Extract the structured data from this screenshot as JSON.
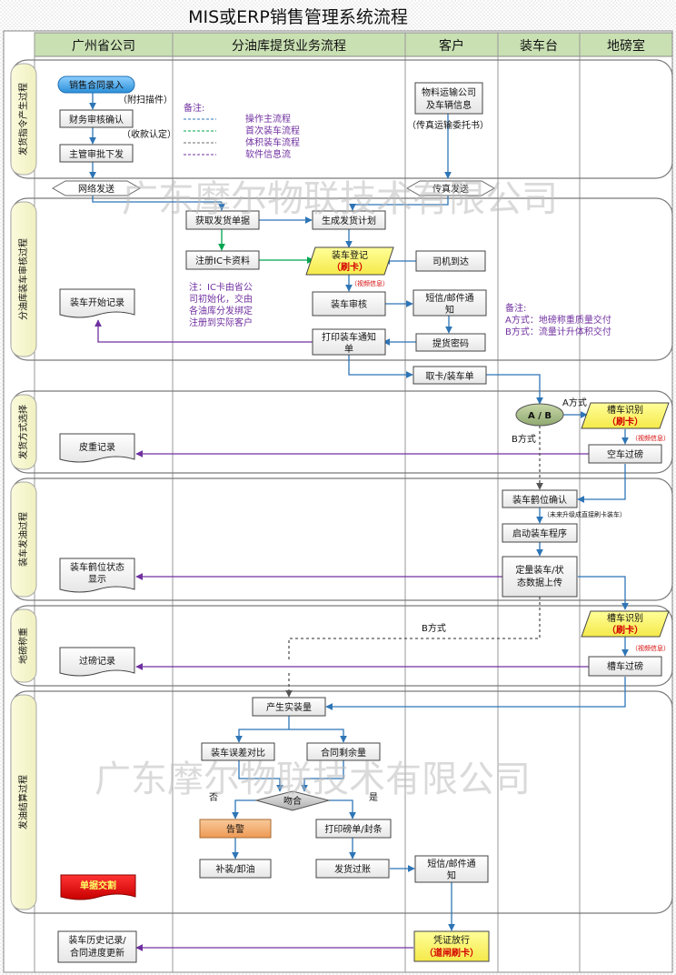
{
  "title": "MIS或ERP销售管理系统流程",
  "columns": [
    "广州省公司",
    "分油库提货业务流程",
    "客户",
    "装车台",
    "地磅室"
  ],
  "phases": [
    "发货指令产生过程",
    "分油库装车审核过程",
    "发货方式选择",
    "装车发油过程",
    "地磅称重",
    "发油结算过程"
  ],
  "legend": {
    "title": "备注:",
    "items": [
      {
        "label": "操作主流程",
        "color": "#2e75b6"
      },
      {
        "label": "首次装车流程",
        "color": "#00a550"
      },
      {
        "label": "体积装车流程",
        "color": "#6b6b6b"
      },
      {
        "label": "软件信息流",
        "color": "#7030a0"
      }
    ]
  },
  "nodes": {
    "sales_contract": "销售合同录入",
    "attach_scan": "（附扫描件）",
    "finance_confirm": "财务审核确认",
    "payment_confirm": "（收款认定）",
    "manager_approve": "主管审批下发",
    "logistics_info": [
      "物料运输公司",
      "及车辆信息"
    ],
    "fax_note": "（传真运输委托书）",
    "network_send": "网络发送",
    "fax_send": "传真发送",
    "get_order": "获取发货单据",
    "gen_plan": "生成发货计划",
    "register_ic": "注册IC卡资料",
    "truck_register": "装车登记",
    "swipe_card": "（刷卡）",
    "video_info_1": "（视频信息）",
    "driver_arrive": "司机到达",
    "start_record": "装车开始记录",
    "ic_note": [
      "注：IC卡由省公",
      "司初始化，交由",
      "各油库分发绑定",
      "注册到实际客户"
    ],
    "load_audit": "装车审核",
    "sms_notice": [
      "短信/邮件通",
      "知"
    ],
    "note2_title": "备注:",
    "note2_a": "A方式：地磅称重质量交付",
    "note2_b": "B方式：流量计升体积交付",
    "print_notice": [
      "打印装车通知",
      "单"
    ],
    "pickup_pwd": "提货密码",
    "get_card": "取卡/装车单",
    "ab": "A / B",
    "a_mode": "A方式",
    "b_mode": "B方式",
    "tank_id_1": "槽车识别",
    "swipe_card_2": "（刷卡）",
    "video_info_2": "（视频信息）",
    "tare_record": "皮重记录",
    "empty_weigh": "空车过磅",
    "crane_confirm": "装车鹤位确认",
    "future_note": "（未来升级成直接刷卡装车）",
    "start_program": "启动装车程序",
    "crane_status": [
      "装车鹤位状态",
      "显示"
    ],
    "quant_load": [
      "定量装车/状",
      "态数据上传"
    ],
    "tank_id_2": "槽车识别",
    "swipe_card_3": "（刷卡）",
    "video_info_3": "（视频信息）",
    "b_mode_2": "B方式",
    "weigh_record": "过磅记录",
    "tank_weigh": "槽车过磅",
    "actual_qty": "产生实装量",
    "load_diff": "装车误差对比",
    "contract_remain": "合同剩余量",
    "no": "否",
    "match": "吻合",
    "yes": "是",
    "alarm": "告警",
    "print_weigh": "打印磅单/封条",
    "refill": "补装/卸油",
    "ship_account": "发货过账",
    "sms_notice_2": [
      "短信/邮件通",
      "知"
    ],
    "bill_settle": "单据交割",
    "history_update": [
      "装车历史记录/",
      "合同进度更新"
    ],
    "voucher_release": "凭证放行",
    "gate_swipe": "（道闸刷卡）"
  },
  "watermark": "广东摩尔物联技术有限公司",
  "colors": {
    "blue": "#2e75b6",
    "green": "#00a550",
    "gray": "#555555",
    "purple": "#7030a0",
    "red": "#d40000",
    "header": "#c9e0b3"
  }
}
